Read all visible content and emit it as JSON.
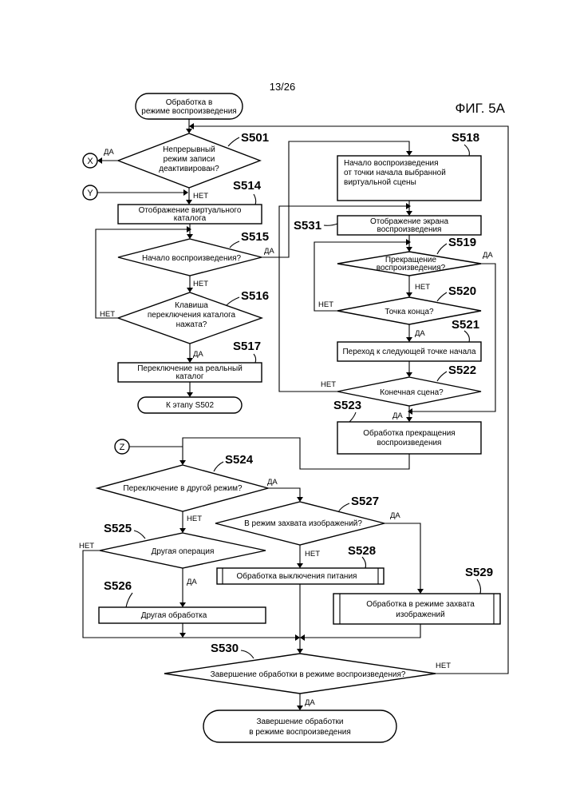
{
  "page_number": "13/26",
  "figure_label": "ФИГ. 5А",
  "nodes": {
    "start": [
      "Обработка в",
      "режиме воспроизведения"
    ],
    "s501": [
      "Непрерывный",
      "режим записи",
      "деактивирован?"
    ],
    "s514": [
      "Отображение виртуального",
      "каталога"
    ],
    "s515": [
      "Начало воспроизведения?"
    ],
    "s516": [
      "Клавиша",
      "переключения каталога",
      "нажата?"
    ],
    "s517": [
      "Переключение на реальный",
      "каталог"
    ],
    "to_s502": [
      "К этапу S502"
    ],
    "s518": [
      "Начало воспроизведения",
      "от точки начала выбранной",
      "виртуальной сцены"
    ],
    "s531": [
      "Отображение экрана",
      "воспроизведения"
    ],
    "s519": [
      "Прекращение",
      "воспроизведения?"
    ],
    "s520": [
      "Точка конца?"
    ],
    "s521": [
      "Переход к следующей точке начала"
    ],
    "s522": [
      "Конечная сцена?"
    ],
    "s523": [
      "Обработка прекращения",
      "воспроизведения"
    ],
    "s524": [
      "Переключение в другой режим?"
    ],
    "s525": [
      "Другая операция"
    ],
    "s526": [
      "Другая обработка"
    ],
    "s527": [
      "В режим захвата изображений?"
    ],
    "s528": [
      "Обработка выключения питания"
    ],
    "s529": [
      "Обработка в режиме захвата",
      "изображений"
    ],
    "s530": [
      "Завершение обработки в режиме воспроизведения?"
    ],
    "end": [
      "Завершение обработки",
      "в режиме воспроизведения"
    ]
  },
  "step_labels": {
    "s501": "S501",
    "s514": "S514",
    "s515": "S515",
    "s516": "S516",
    "s517": "S517",
    "s518": "S518",
    "s531": "S531",
    "s519": "S519",
    "s520": "S520",
    "s521": "S521",
    "s522": "S522",
    "s523": "S523",
    "s524": "S524",
    "s525": "S525",
    "s526": "S526",
    "s527": "S527",
    "s528": "S528",
    "s529": "S529",
    "s530": "S530"
  },
  "connectors": {
    "x": "X",
    "y": "Y",
    "z": "Z"
  },
  "edge_labels": {
    "yes": "ДА",
    "no": "НЕТ"
  }
}
